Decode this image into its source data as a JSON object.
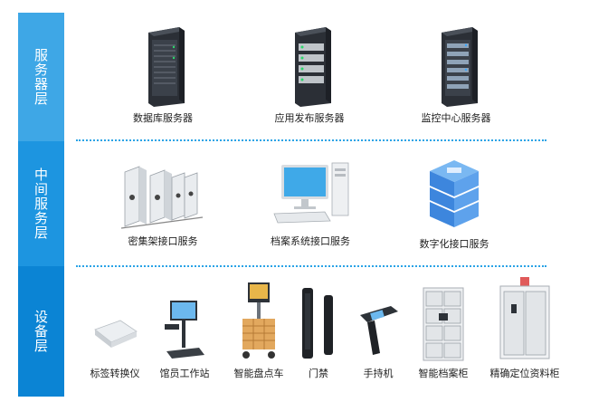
{
  "bands": {
    "server_layer": "服务器层",
    "middle_layer": "中间服务层",
    "device_layer": "设备层"
  },
  "servers": [
    {
      "label": "数据库服务器",
      "icon": "rack-server-icon"
    },
    {
      "label": "应用发布服务器",
      "icon": "rack-server-icon"
    },
    {
      "label": "监控中心服务器",
      "icon": "rack-server-icon"
    }
  ],
  "services": [
    {
      "label": "密集架接口服务",
      "icon": "compact-shelving-icon"
    },
    {
      "label": "档案系统接口服务",
      "icon": "desktop-computer-icon"
    },
    {
      "label": "数字化接口服务",
      "icon": "server-stack-icon"
    }
  ],
  "devices": [
    {
      "label": "标签转换仪",
      "icon": "tag-converter-icon"
    },
    {
      "label": "馆员工作站",
      "icon": "librarian-workstation-icon"
    },
    {
      "label": "智能盘点车",
      "icon": "inventory-cart-icon"
    },
    {
      "label": "门禁",
      "icon": "gate-icon"
    },
    {
      "label": "手持机",
      "icon": "handheld-scanner-icon"
    },
    {
      "label": "智能档案柜",
      "icon": "smart-cabinet-icon"
    },
    {
      "label": "精确定位资料柜",
      "icon": "locator-cabinet-icon"
    }
  ],
  "colors": {
    "band_light": "#3ea7e6",
    "band_mid": "#1d95e0",
    "band_dark": "#0b84d4",
    "divider": "#2aa3e6"
  }
}
